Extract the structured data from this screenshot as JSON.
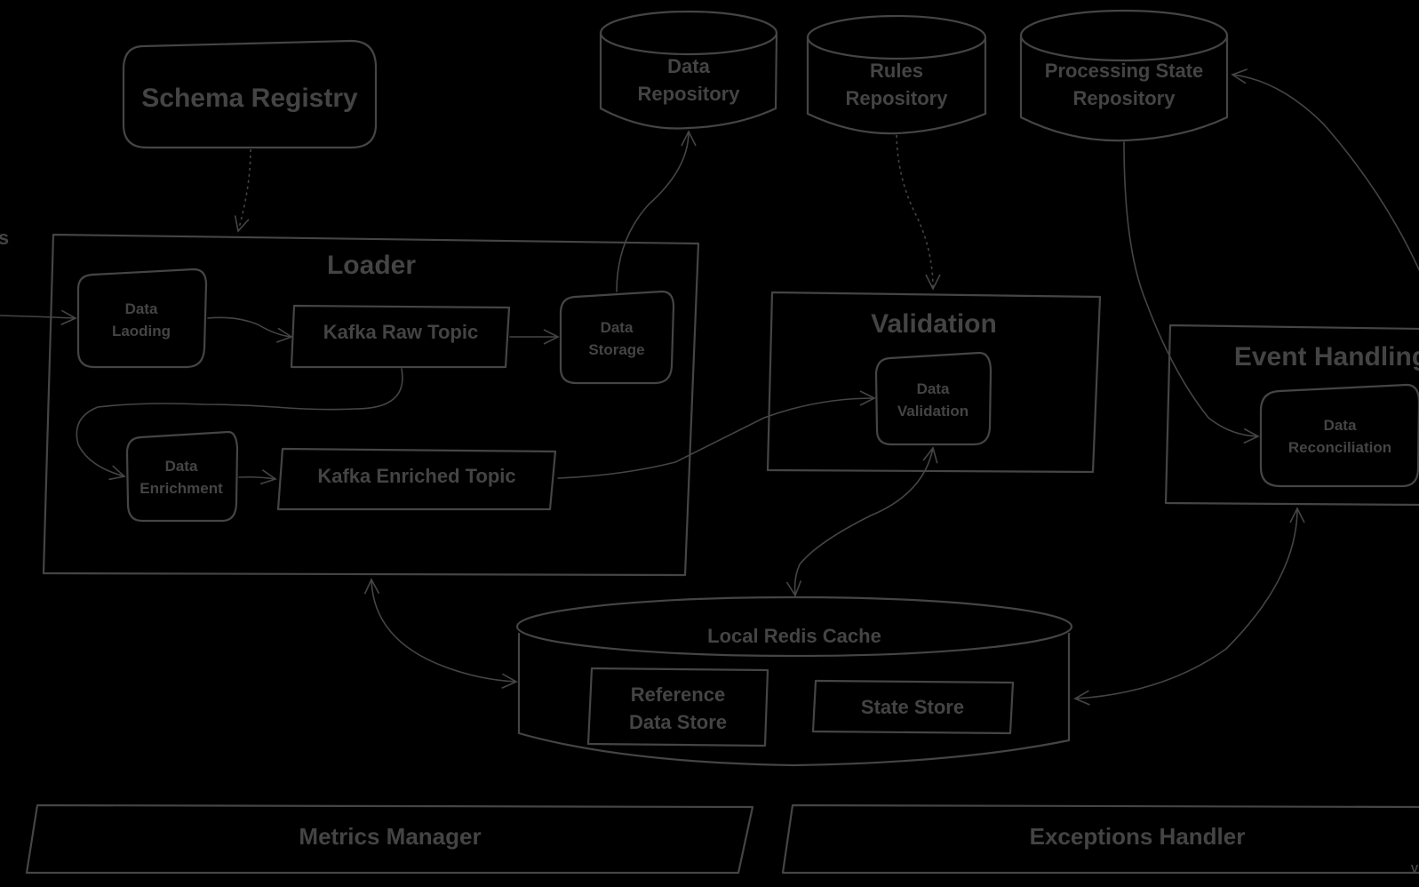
{
  "diagram": {
    "title": "Data processing architecture",
    "colors": {
      "background": "#000000",
      "stroke": "#454545",
      "text": "#444444"
    },
    "edge_fragments": {
      "left_label": "s",
      "bottom_right_label": "V"
    },
    "nodes": {
      "schema_registry": "Schema Registry",
      "data_repository": [
        "Data",
        "Repository"
      ],
      "rules_repository": [
        "Rules",
        "Repository"
      ],
      "processing_state_repository": [
        "Processing State",
        "Repository"
      ],
      "loader": "Loader",
      "data_loading": [
        "Data",
        "Laoding"
      ],
      "kafka_raw_topic": "Kafka Raw Topic",
      "data_storage": [
        "Data",
        "Storage"
      ],
      "data_enrichment": [
        "Data",
        "Enrichment"
      ],
      "kafka_enriched_topic": "Kafka Enriched Topic",
      "validation": "Validation",
      "data_validation": [
        "Data",
        "Validation"
      ],
      "event_handling": "Event Handling",
      "data_reconciliation": [
        "Data",
        "Reconciliation"
      ],
      "local_redis_cache": "Local Redis Cache",
      "reference_data_store": [
        "Reference",
        "Data Store"
      ],
      "state_store": "State Store",
      "metrics_manager": "Metrics Manager",
      "exceptions_handler": "Exceptions Handler"
    },
    "edges": [
      {
        "from": "external-input",
        "to": "data_loading",
        "style": "solid"
      },
      {
        "from": "schema_registry",
        "to": "loader",
        "style": "dashed"
      },
      {
        "from": "data_loading",
        "to": "kafka_raw_topic",
        "style": "solid"
      },
      {
        "from": "kafka_raw_topic",
        "to": "data_storage",
        "style": "solid"
      },
      {
        "from": "data_storage",
        "to": "data_repository",
        "style": "solid"
      },
      {
        "from": "kafka_raw_topic",
        "to": "data_enrichment",
        "style": "solid"
      },
      {
        "from": "data_enrichment",
        "to": "kafka_enriched_topic",
        "style": "solid"
      },
      {
        "from": "kafka_enriched_topic",
        "to": "data_validation",
        "style": "solid"
      },
      {
        "from": "rules_repository",
        "to": "validation",
        "style": "dashed"
      },
      {
        "from": "processing_state_repository",
        "to": "data_reconciliation",
        "style": "solid"
      },
      {
        "from": "event_handling",
        "to": "processing_state_repository",
        "style": "solid"
      },
      {
        "from": "loader",
        "to": "local_redis_cache",
        "style": "bidirectional"
      },
      {
        "from": "data_validation",
        "to": "local_redis_cache",
        "style": "bidirectional"
      },
      {
        "from": "event_handling",
        "to": "local_redis_cache",
        "style": "bidirectional"
      }
    ]
  }
}
